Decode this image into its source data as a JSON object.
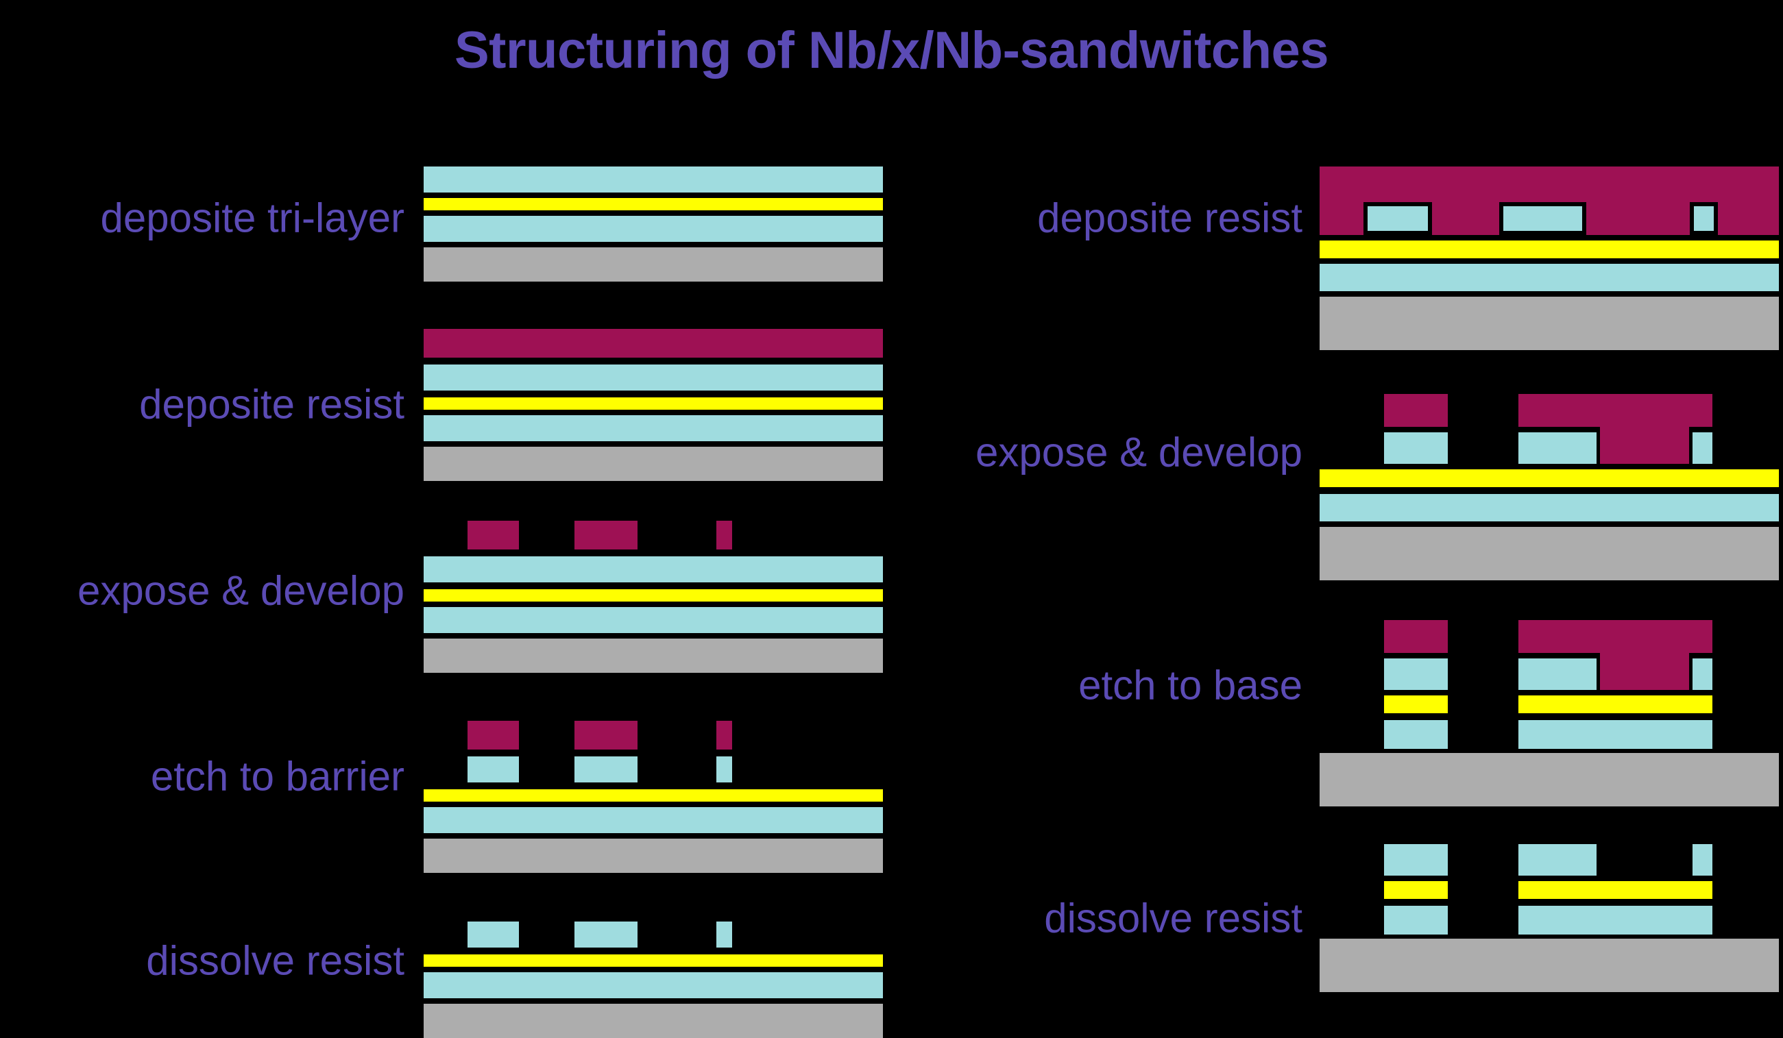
{
  "title": "Structuring of Nb/x/Nb-sandwitches",
  "colors": {
    "title_text": "#5b4bb5",
    "label_text": "#5b4bb5",
    "background": "#000000",
    "niobium": "#9fdcdf",
    "barrier": "#ffff00",
    "photoresist": "#9e1154",
    "substrate": "#adadad"
  },
  "materials": [
    {
      "key": "nb",
      "name": "Nb (niobium electrode)",
      "color": "#9fdcdf"
    },
    {
      "key": "barrier",
      "name": "x (barrier layer)",
      "color": "#ffff00"
    },
    {
      "key": "resist",
      "name": "photoresist",
      "color": "#9e1154"
    },
    {
      "key": "sub",
      "name": "substrate",
      "color": "#adadad"
    }
  ],
  "left_column": {
    "steps": [
      {
        "index": 1,
        "label": "deposite tri-layer"
      },
      {
        "index": 2,
        "label": "deposite resist"
      },
      {
        "index": 3,
        "label": "expose & develop"
      },
      {
        "index": 4,
        "label": "etch to barrier"
      },
      {
        "index": 5,
        "label": "dissolve resist"
      }
    ]
  },
  "right_column": {
    "steps": [
      {
        "index": 6,
        "label": "deposite resist"
      },
      {
        "index": 7,
        "label": "expose & develop"
      },
      {
        "index": 8,
        "label": "etch to base"
      },
      {
        "index": 9,
        "label": "dissolve resist"
      }
    ]
  }
}
